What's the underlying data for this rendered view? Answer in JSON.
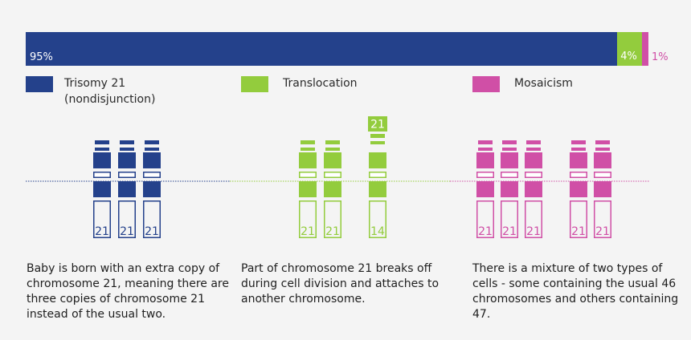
{
  "chart_data": {
    "type": "bar",
    "orientation": "horizontal",
    "stacked": true,
    "categories": [
      "Trisomy 21 (nondisjunction)",
      "Translocation",
      "Mosaicism"
    ],
    "values": [
      95,
      4,
      1
    ],
    "value_labels": [
      "95%",
      "4%",
      "1%"
    ],
    "xlim": [
      0,
      100
    ],
    "grid": false,
    "legend_placement": "below-bar",
    "series": [
      {
        "name": "Trisomy 21\n(nondisjunction)",
        "value": 95,
        "label": "95%",
        "color": "#24418b",
        "label_color": "#ffffff"
      },
      {
        "name": "Translocation",
        "value": 4,
        "label": "4%",
        "color": "#93cc3d",
        "label_color": "#ffffff"
      },
      {
        "name": "Mosaicism",
        "value": 1,
        "label": "1%",
        "color": "#d04fa6",
        "label_color": "#d04fa6"
      }
    ]
  },
  "panels": [
    {
      "name": "trisomy",
      "color": "#24418b",
      "chromosomes": [
        {
          "label": "21",
          "tag": ""
        },
        {
          "label": "21",
          "tag": ""
        },
        {
          "label": "21",
          "tag": ""
        }
      ],
      "description": "Baby is born with an extra copy of chromosome 21, meaning there are three copies of chromosome 21 instead of the usual two."
    },
    {
      "name": "translocation",
      "color": "#93cc3d",
      "chromosomes": [
        {
          "label": "21",
          "tag": ""
        },
        {
          "label": "21",
          "tag": ""
        },
        {
          "label": "14",
          "tag": "21"
        }
      ],
      "description": "Part of chromosome 21 breaks off during cell division and attaches to another chromosome."
    },
    {
      "name": "mosaicism",
      "color": "#d04fa6",
      "chromosomes": [
        {
          "label": "21",
          "tag": ""
        },
        {
          "label": "21",
          "tag": ""
        },
        {
          "label": "21",
          "tag": ""
        },
        {
          "label": "21",
          "tag": ""
        },
        {
          "label": "21",
          "tag": ""
        }
      ],
      "description": "There is a mixture of two types of cells - some containing the usual 46 chromosomes and others containing 47."
    }
  ]
}
